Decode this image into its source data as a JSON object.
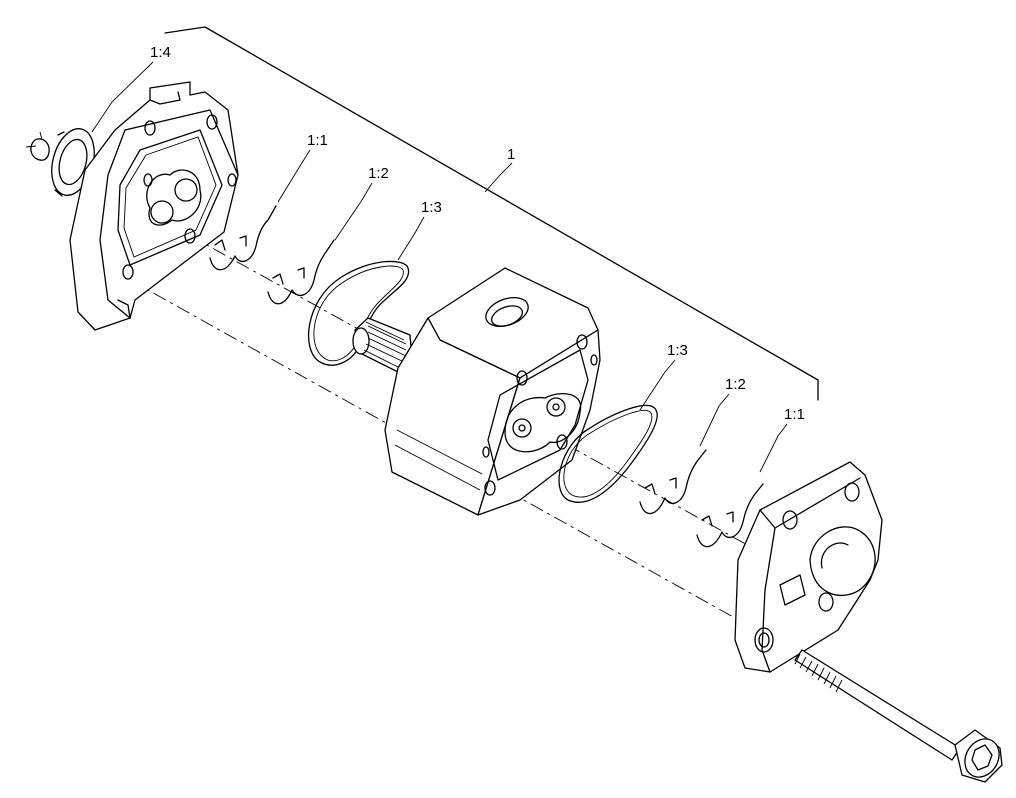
{
  "callouts": {
    "assembly": "1",
    "left_cover_seal": "1:4",
    "left_backup_ring": "1:1",
    "left_seal": "1:2",
    "left_gasket": "1:3",
    "right_gasket": "1:3",
    "right_seal": "1:2",
    "right_backup_ring": "1:1"
  }
}
